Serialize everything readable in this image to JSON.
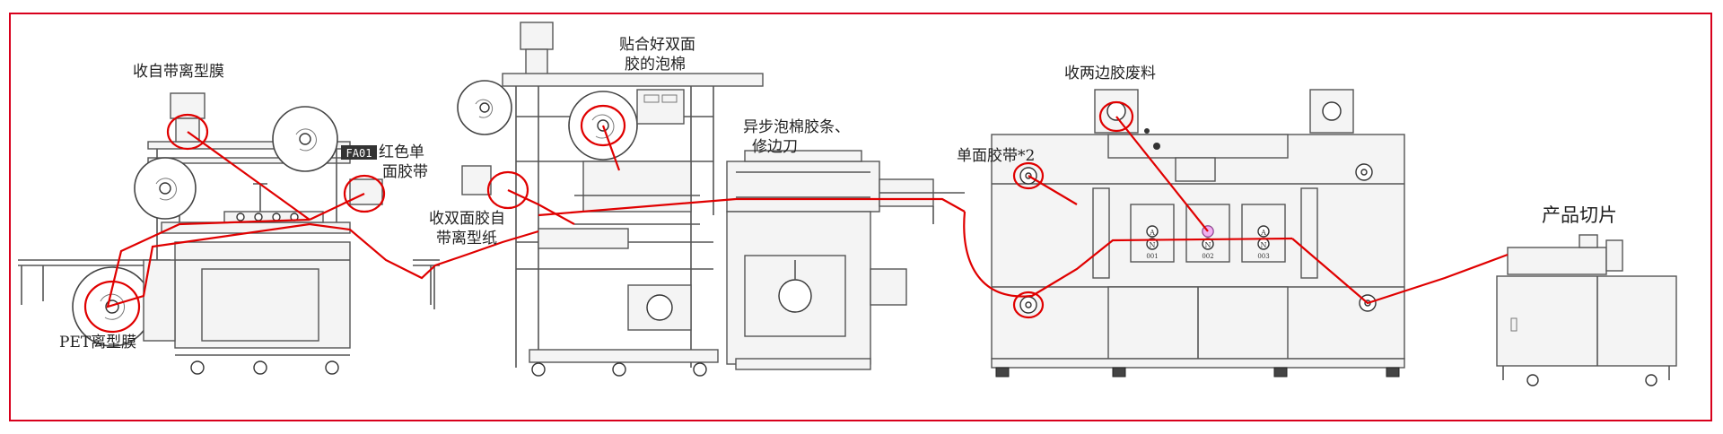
{
  "colors": {
    "accent": "#e00000",
    "frame": "#d8001c",
    "machine": "#555555"
  },
  "labels": {
    "self_release": "收自带离型膜",
    "red_tape_1": "红色单",
    "red_tape_2": "面胶带",
    "pet_film": "PET离型膜",
    "double_1": "收双面胶自",
    "double_2": "带离型纸",
    "foam_1": "贴合好双面",
    "foam_2": "胶的泡棉",
    "async_1": "异步泡棉胶条、",
    "async_2": "修边刀",
    "single_x2": "单面胶带*2",
    "waste": "收两边胶废料",
    "cut": "产品切片",
    "badge": "FA01",
    "station_a": "A",
    "station_n": "N",
    "station_1": "001",
    "station_2": "002",
    "station_3": "003"
  }
}
